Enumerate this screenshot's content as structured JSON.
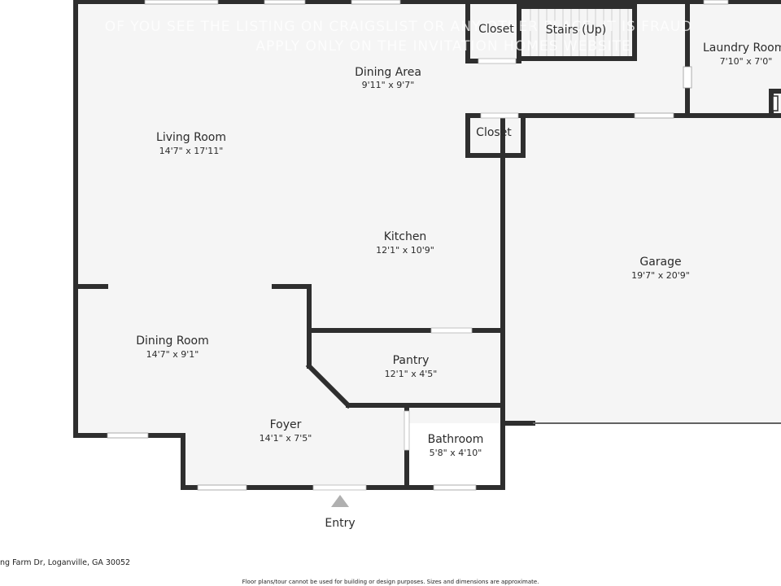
{
  "watermark": {
    "line1": "OF YOU SEE THE LISTING ON CRAIGSLIST OR ANY OTHER PLACE, IT IS FRAUD",
    "line2": "APPLY ONLY ON THE INVITATION HOMES WEBSITE"
  },
  "rooms": {
    "dining_area": {
      "name": "Dining Area",
      "dims": "9'11\" x 9'7\""
    },
    "living_room": {
      "name": "Living Room",
      "dims": "14'7\" x 17'11\""
    },
    "kitchen": {
      "name": "Kitchen",
      "dims": "12'1\" x 10'9\""
    },
    "garage": {
      "name": "Garage",
      "dims": "19'7\" x 20'9\""
    },
    "dining_room": {
      "name": "Dining Room",
      "dims": "14'7\" x 9'1\""
    },
    "pantry": {
      "name": "Pantry",
      "dims": "12'1\" x 4'5\""
    },
    "foyer": {
      "name": "Foyer",
      "dims": "14'1\" x 7'5\""
    },
    "bathroom": {
      "name": "Bathroom",
      "dims": "5'8\" x 4'10\""
    },
    "laundry_room": {
      "name": "Laundry Room",
      "dims": "7'10\" x 7'0\""
    },
    "closet_top": {
      "name": "Closet"
    },
    "stairs": {
      "name": "Stairs (Up)"
    },
    "closet_mid": {
      "name": "Closet"
    }
  },
  "entry_label": "Entry",
  "address": "ng Farm Dr, Loganville, GA 30052",
  "disclaimer": "Floor plans/tour cannot be used for building or design purposes. Sizes and dimensions are approximate.",
  "colors": {
    "wall": "#2e2e2e",
    "floor": "#f5f5f5",
    "window": "#ffffff"
  }
}
